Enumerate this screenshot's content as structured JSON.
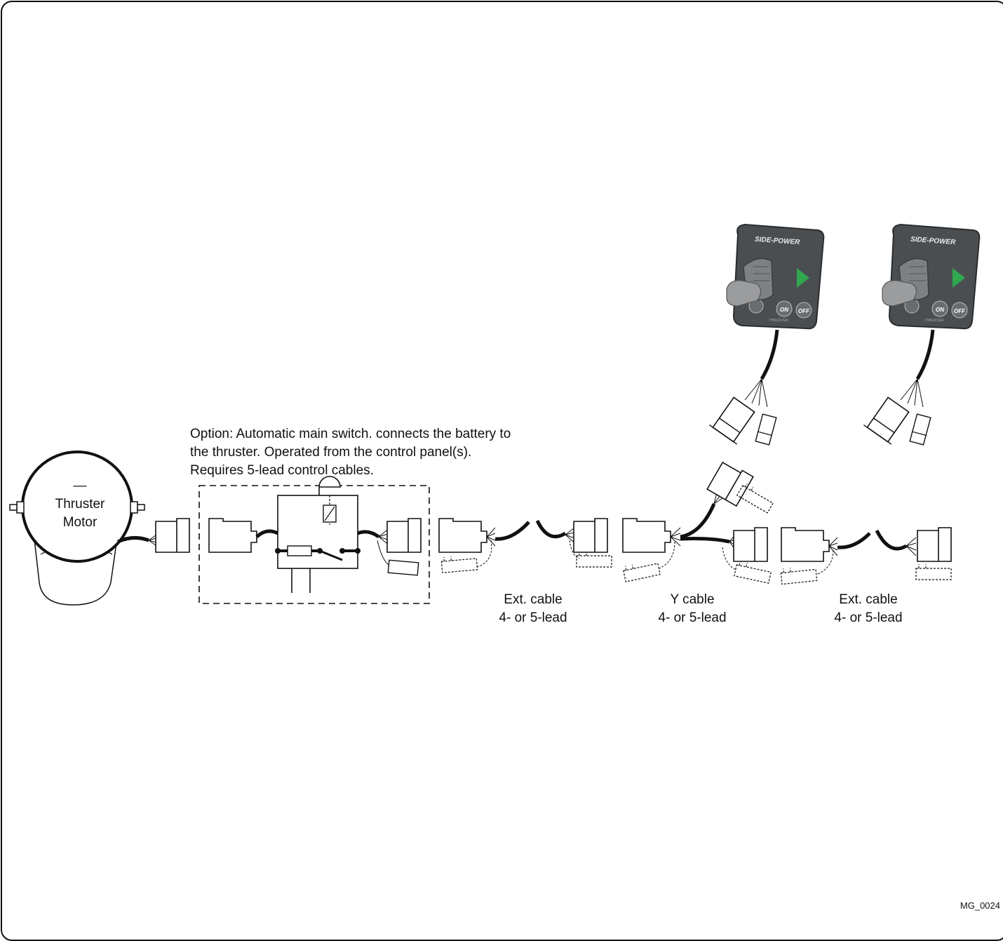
{
  "option_note": {
    "line1": "Option: Automatic main switch. connects the battery to",
    "line2": "the thruster. Operated from the control panel(s).",
    "line3": "Requires 5-lead control cables."
  },
  "motor": {
    "sign": "—",
    "line1": "Thruster",
    "line2": "Motor"
  },
  "cables": [
    {
      "line1": "Ext. cable",
      "line2": "4- or 5-lead"
    },
    {
      "line1": "Y cable",
      "line2": "4- or 5-lead"
    },
    {
      "line1": "Ext. cable",
      "line2": "4- or 5-lead"
    }
  ],
  "panel": {
    "brand": "SIDE-POWER",
    "btn_on": "ON",
    "btn_off": "OFF",
    "caption": "THRUSTER"
  },
  "figure_id": "MG_0024"
}
